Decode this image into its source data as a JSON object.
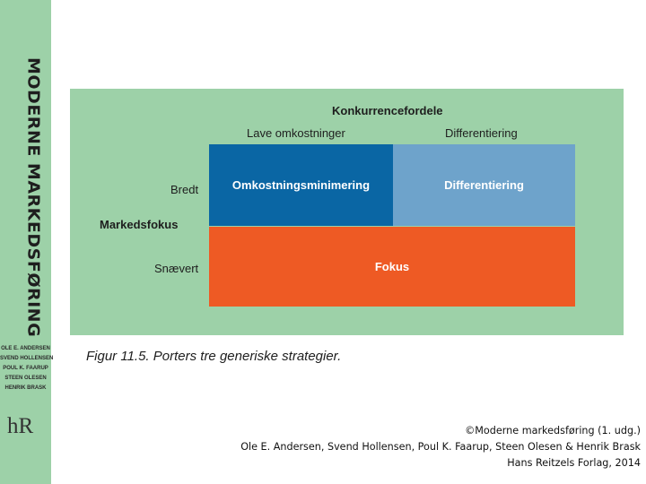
{
  "spine": {
    "title": "MODERNE MARKEDSFØRING",
    "authors": [
      "OLE E. ANDERSEN",
      "SVEND HOLLENSEN",
      "POUL K. FAARUP",
      "STEEN OLESEN",
      "HENRIK BRASK"
    ],
    "logo": "hR"
  },
  "figure": {
    "header": "Konkurrencefordele",
    "col_headers": [
      "Lave omkostninger",
      "Differentiering"
    ],
    "row_axis_label": "Markedsfokus",
    "row_labels": [
      "Bredt",
      "Snævert"
    ],
    "cells": {
      "cost": "Omkostningsminimering",
      "diff": "Differentiering",
      "focus": "Fokus"
    },
    "colors": {
      "background": "#9dd1a8",
      "cost": "#0a66a4",
      "diff": "#6ea3cb",
      "focus": "#ee5a24"
    },
    "caption": "Figur 11.5. Porters tre generiske strategier."
  },
  "copyright": {
    "line1": "©Moderne markedsføring (1. udg.)",
    "line2": "Ole E. Andersen, Svend Hollensen, Poul K. Faarup, Steen Olesen & Henrik Brask",
    "line3": "Hans Reitzels Forlag, 2014"
  }
}
